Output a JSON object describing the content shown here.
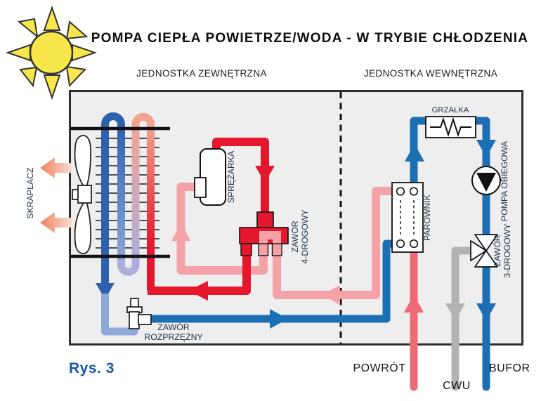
{
  "title": "POMPA CIEPŁA POWIETRZE/WODA - W TRYBIE CHŁODZENIA",
  "figure_caption": "Rys. 3",
  "sections": {
    "outdoor": "JEDNOSTKA ZEWNĘTRZNA",
    "indoor": "JEDNOSTKA WEWNĘTRZNA"
  },
  "components": {
    "condenser": "SKRAPLACZ",
    "compressor": "SPRĘŻARKA",
    "four_way_valve_line1": "ZAWÓR",
    "four_way_valve_line2": "4-DROGOWY",
    "expansion_valve_line1": "ZAWÓR",
    "expansion_valve_line2": "ROZPRZĘŻNY",
    "heater": "GRZAŁKA",
    "evaporator": "PAROWNIK",
    "circulation_pump": "POMPA OBIEGOWA",
    "three_way_valve_line1": "ZAWÓR",
    "three_way_valve_line2": "3-DROGOWY"
  },
  "ports": {
    "return": "POWRÓT",
    "domestic_hot_water": "CWU",
    "buffer": "BUFOR"
  },
  "colors": {
    "hot_refrigerant": "#E5172D",
    "warm_refrigerant": "#F4A2A8",
    "cold_liquid": "#1D6FB5",
    "cold_light": "#8EA8D8",
    "dhw_pipe": "#B3B3B3",
    "sun_yellow": "#F8E74B",
    "box_fill": "#EEEEEE",
    "figure_caption_blue": "#1B57A8"
  }
}
